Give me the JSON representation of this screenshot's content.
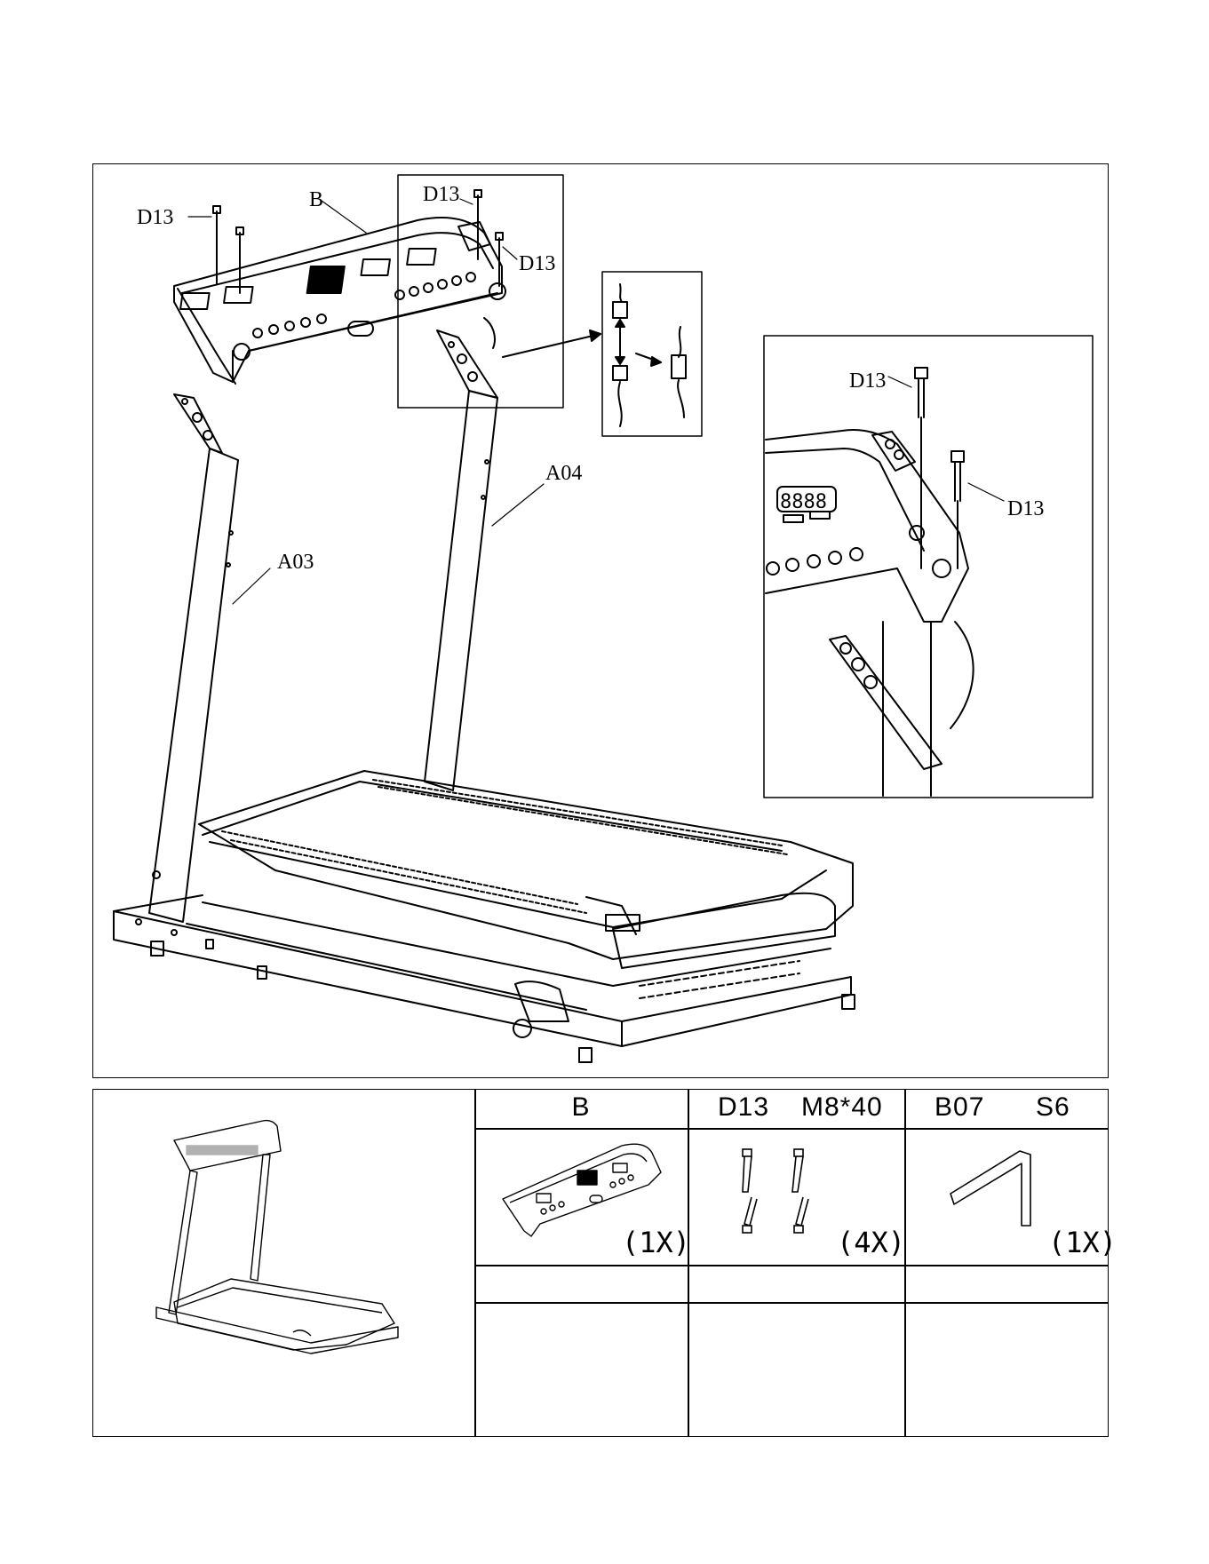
{
  "callouts": {
    "console": "B",
    "bolt": "D13",
    "left_upright": "A03",
    "right_upright": "A04"
  },
  "parts_table": {
    "headers": [
      {
        "code": "B",
        "spec": ""
      },
      {
        "code": "D13",
        "spec": "M8*40"
      },
      {
        "code": "B07",
        "spec": "S6"
      }
    ],
    "quantities": [
      "(1X)",
      "(4X)",
      "(1X)"
    ]
  },
  "icons": [
    "treadmill-overview-icon",
    "console-part-icon",
    "bolt-icon",
    "hex-key-icon"
  ]
}
